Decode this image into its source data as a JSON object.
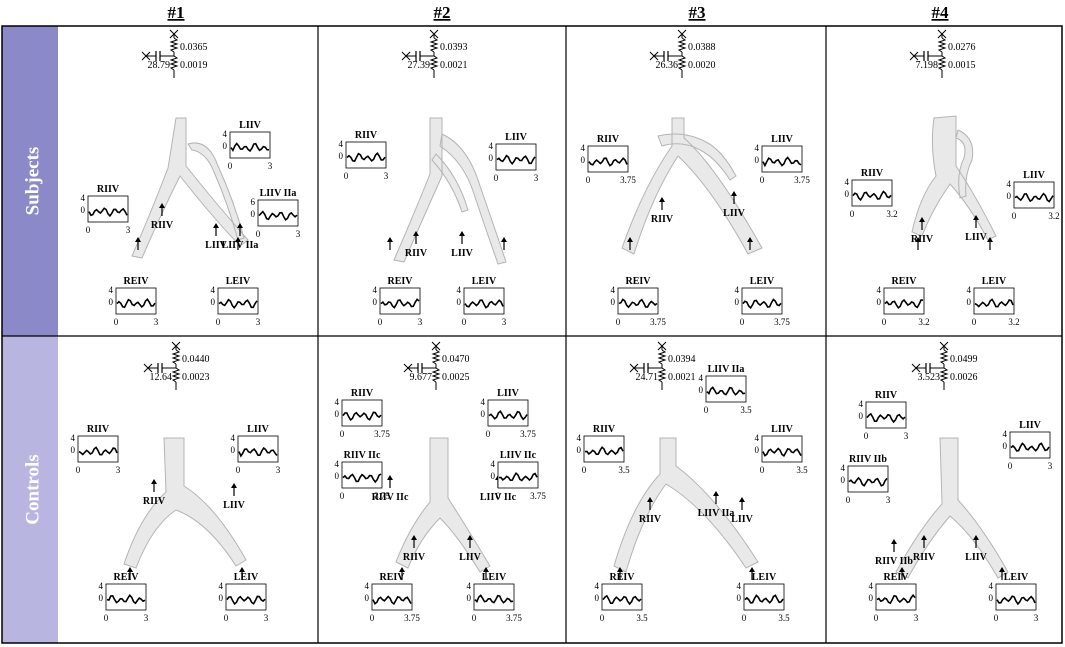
{
  "columns": [
    "#1",
    "#2",
    "#3",
    "#4"
  ],
  "rows": [
    "Subjects",
    "Controls"
  ],
  "colors": {
    "row_subjects": "#8b89c7",
    "row_controls": "#b8b6e0",
    "vessel_fill": "#e9e9e9",
    "vessel_stroke": "#b4b4b4",
    "line": "#000000"
  },
  "panels": [
    {
      "id": "s1",
      "windkessel": {
        "top": "0.0365",
        "bottom": "0.0019",
        "cap": "28.79"
      },
      "vessel": "y1",
      "insets": [
        {
          "title": "RIIV",
          "ymax": "4",
          "ymid": "0",
          "xmin": "0",
          "xmax": "3"
        },
        {
          "title": "LIIV",
          "ymax": "4",
          "ymid": "0",
          "xmin": "0",
          "xmax": "3"
        },
        {
          "title": "LIIV IIa",
          "ymax": "6",
          "ymid": "0",
          "xmin": "0",
          "xmax": "3"
        },
        {
          "title": "REIV",
          "ymax": "4",
          "ymid": "0",
          "xmin": "0",
          "xmax": "3"
        },
        {
          "title": "LEIV",
          "ymax": "4",
          "ymid": "0",
          "xmin": "0",
          "xmax": "3"
        }
      ],
      "arrows": [
        "RIIV",
        "LIIV",
        "LIIV IIa"
      ]
    },
    {
      "id": "s2",
      "windkessel": {
        "top": "0.0393",
        "bottom": "0.0021",
        "cap": "27.39"
      },
      "vessel": "y2",
      "insets": [
        {
          "title": "RIIV",
          "ymax": "4",
          "ymid": "0",
          "xmin": "0",
          "xmax": "3"
        },
        {
          "title": "LIIV",
          "ymax": "4",
          "ymid": "0",
          "xmin": "0",
          "xmax": "3"
        },
        {
          "title": "REIV",
          "ymax": "4",
          "ymid": "0",
          "xmin": "0",
          "xmax": "3"
        },
        {
          "title": "LEIV",
          "ymax": "4",
          "ymid": "0",
          "xmin": "0",
          "xmax": "3"
        }
      ],
      "arrows": [
        "RIIV",
        "LIIV"
      ]
    },
    {
      "id": "s3",
      "windkessel": {
        "top": "0.0388",
        "bottom": "0.0020",
        "cap": "26.36"
      },
      "vessel": "y3",
      "insets": [
        {
          "title": "RIIV",
          "ymax": "4",
          "ymid": "0",
          "xmin": "0",
          "xmax": "3.75"
        },
        {
          "title": "LIIV",
          "ymax": "4",
          "ymid": "0",
          "xmin": "0",
          "xmax": "3.75"
        },
        {
          "title": "REIV",
          "ymax": "4",
          "ymid": "0",
          "xmin": "0",
          "xmax": "3.75"
        },
        {
          "title": "LEIV",
          "ymax": "4",
          "ymid": "0",
          "xmin": "0",
          "xmax": "3.75"
        }
      ],
      "arrows": [
        "RIIV",
        "LIIV"
      ]
    },
    {
      "id": "s4",
      "windkessel": {
        "top": "0.0276",
        "bottom": "0.0015",
        "cap": "7.198"
      },
      "vessel": "y4",
      "insets": [
        {
          "title": "RIIV",
          "ymax": "4",
          "ymid": "0",
          "xmin": "0",
          "xmax": "3.2"
        },
        {
          "title": "LIIV",
          "ymax": "4",
          "ymid": "0",
          "xmin": "0",
          "xmax": "3.2"
        },
        {
          "title": "REIV",
          "ymax": "4",
          "ymid": "0",
          "xmin": "0",
          "xmax": "3.2"
        },
        {
          "title": "LEIV",
          "ymax": "4",
          "ymid": "0",
          "xmin": "0",
          "xmax": "3.2"
        }
      ],
      "arrows": [
        "RIIV",
        "LIIV"
      ]
    },
    {
      "id": "c1",
      "windkessel": {
        "top": "0.0440",
        "bottom": "0.0023",
        "cap": "12.64"
      },
      "vessel": "c1",
      "insets": [
        {
          "title": "RIIV",
          "ymax": "4",
          "ymid": "0",
          "xmin": "0",
          "xmax": "3"
        },
        {
          "title": "LIIV",
          "ymax": "4",
          "ymid": "0",
          "xmin": "0",
          "xmax": "3"
        },
        {
          "title": "REIV",
          "ymax": "4",
          "ymid": "0",
          "xmin": "0",
          "xmax": "3"
        },
        {
          "title": "LEIV",
          "ymax": "4",
          "ymid": "0",
          "xmin": "0",
          "xmax": "3"
        }
      ],
      "arrows": [
        "RIIV",
        "LIIV"
      ]
    },
    {
      "id": "c2",
      "windkessel": {
        "top": "0.0470",
        "bottom": "0.0025",
        "cap": "9.677"
      },
      "vessel": "c2",
      "insets": [
        {
          "title": "RIIV",
          "ymax": "4",
          "ymid": "0",
          "xmin": "0",
          "xmax": "3.75"
        },
        {
          "title": "LIIV",
          "ymax": "4",
          "ymid": "0",
          "xmin": "0",
          "xmax": "3.75"
        },
        {
          "title": "RIIV IIc",
          "ymax": "4",
          "ymid": "0",
          "xmin": "0",
          "xmax": "3.75"
        },
        {
          "title": "LIIV IIc",
          "ymax": "4",
          "ymid": "0",
          "xmin": "0",
          "xmax": "3.75"
        },
        {
          "title": "REIV",
          "ymax": "4",
          "ymid": "0",
          "xmin": "0",
          "xmax": "3.75"
        },
        {
          "title": "LEIV",
          "ymax": "4",
          "ymid": "0",
          "xmin": "0",
          "xmax": "3.75"
        }
      ],
      "arrows": [
        "RIIV IIc",
        "RIIV",
        "LIIV",
        "LIIV IIc"
      ]
    },
    {
      "id": "c3",
      "windkessel": {
        "top": "0.0394",
        "bottom": "0.0021",
        "cap": "24.71"
      },
      "vessel": "c3",
      "insets": [
        {
          "title": "RIIV",
          "ymax": "4",
          "ymid": "0",
          "xmin": "0",
          "xmax": "3.5"
        },
        {
          "title": "LIIV",
          "ymax": "4",
          "ymid": "0",
          "xmin": "0",
          "xmax": "3.5"
        },
        {
          "title": "LIIV IIa",
          "ymax": "4",
          "ymid": "0",
          "xmin": "0",
          "xmax": "3.5"
        },
        {
          "title": "REIV",
          "ymax": "4",
          "ymid": "0",
          "xmin": "0",
          "xmax": "3.5"
        },
        {
          "title": "LEIV",
          "ymax": "4",
          "ymid": "0",
          "xmin": "0",
          "xmax": "3.5"
        }
      ],
      "arrows": [
        "RIIV",
        "LIIV IIa",
        "LIIV"
      ]
    },
    {
      "id": "c4",
      "windkessel": {
        "top": "0.0499",
        "bottom": "0.0026",
        "cap": "3.523"
      },
      "vessel": "c4",
      "insets": [
        {
          "title": "RIIV",
          "ymax": "4",
          "ymid": "0",
          "xmin": "0",
          "xmax": "3"
        },
        {
          "title": "LIIV",
          "ymax": "4",
          "ymid": "0",
          "xmin": "0",
          "xmax": "3"
        },
        {
          "title": "RIIV IIb",
          "ymax": "4",
          "ymid": "0",
          "xmin": "0",
          "xmax": "3"
        },
        {
          "title": "REIV",
          "ymax": "4",
          "ymid": "0",
          "xmin": "0",
          "xmax": "3"
        },
        {
          "title": "LEIV",
          "ymax": "4",
          "ymid": "0",
          "xmin": "0",
          "xmax": "3"
        }
      ],
      "arrows": [
        "RIIV IIb",
        "RIIV",
        "LIIV"
      ]
    }
  ]
}
